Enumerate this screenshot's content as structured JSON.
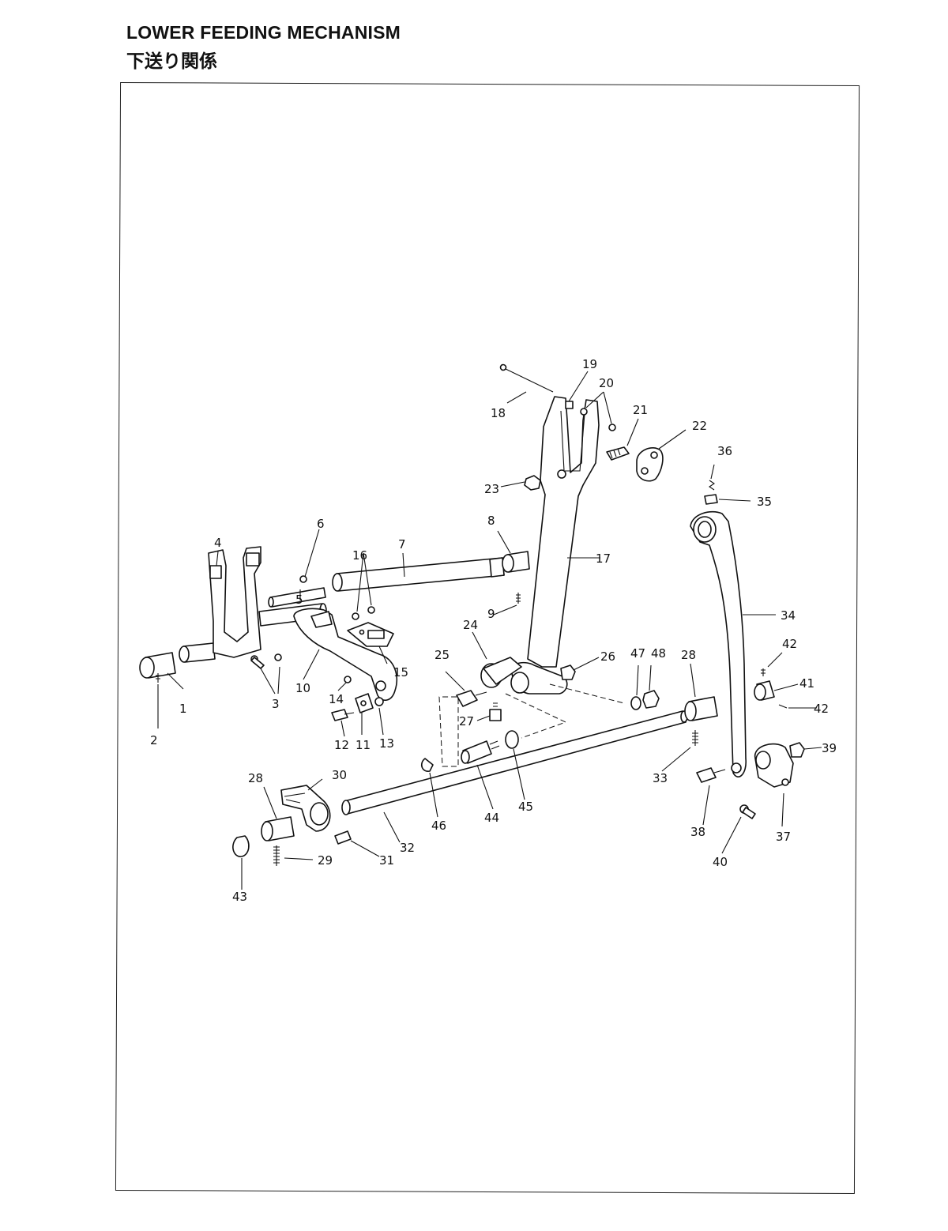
{
  "title_en": "LOWER FEEDING MECHANISM",
  "title_ja": "下送り関係",
  "part_numbers": [
    "1",
    "2",
    "3",
    "4",
    "5",
    "6",
    "7",
    "8",
    "9",
    "10",
    "11",
    "12",
    "13",
    "14",
    "15",
    "16",
    "17",
    "18",
    "19",
    "20",
    "21",
    "22",
    "23",
    "24",
    "25",
    "26",
    "27",
    "28",
    "28",
    "29",
    "30",
    "31",
    "32",
    "33",
    "34",
    "35",
    "36",
    "37",
    "38",
    "39",
    "40",
    "41",
    "42",
    "42",
    "43",
    "44",
    "45",
    "46",
    "47",
    "48"
  ],
  "icons": {
    "crank": "crank-part-icon",
    "shaft": "shaft-part-icon",
    "screw": "screw-part-icon",
    "spring": "spring-part-icon",
    "ring": "ring-part-icon"
  }
}
